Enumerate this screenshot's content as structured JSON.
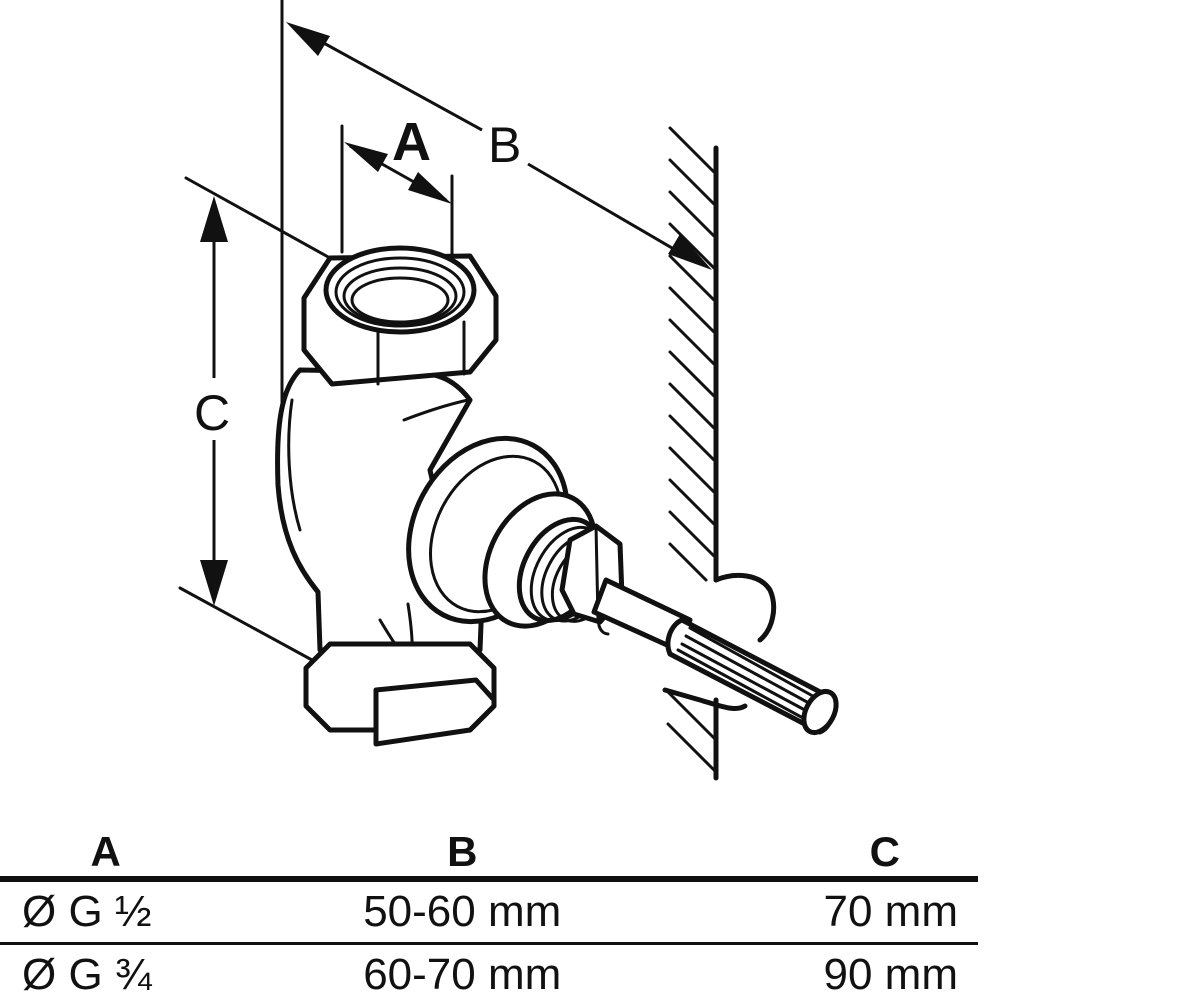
{
  "diagram": {
    "dimension_labels": {
      "a": "A",
      "b": "B",
      "c": "C"
    }
  },
  "table": {
    "headers": [
      "A",
      "B",
      "C"
    ],
    "rows": [
      [
        "Ø G ½",
        "50-60 mm",
        "70 mm"
      ],
      [
        "Ø G ¾",
        "60-70 mm",
        "90 mm"
      ]
    ]
  }
}
